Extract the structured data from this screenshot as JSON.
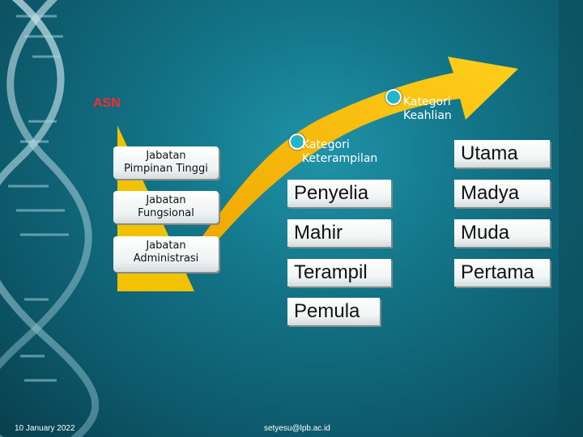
{
  "asn_label": "ASN",
  "pyramid": {
    "items": [
      {
        "line1": "Jabatan",
        "line2": "Pimpinan  Tinggi"
      },
      {
        "line1": "Jabatan",
        "line2": "Fungsional"
      },
      {
        "line1": "Jabatan",
        "line2": "Administrasi"
      }
    ]
  },
  "categories": {
    "keahlian": {
      "line1": "Kategori",
      "line2": "Keahlian"
    },
    "keterampilan": {
      "line1": "Kategori",
      "line2": "Keterampilan"
    }
  },
  "keterampilan_levels": [
    "Penyelia",
    "Mahir",
    "Terampil",
    "Pemula"
  ],
  "keahlian_levels": [
    "Utama",
    "Madya",
    "Muda",
    "Pertama"
  ],
  "footer": {
    "date": "10 January 2022",
    "email": "setyesu@lpb.ac.id"
  },
  "colors": {
    "background": "#137487",
    "pyramid": "#f2c200",
    "arrow": "#f5b800",
    "asn_label": "#ff2a2a",
    "node": "#22b6c8"
  }
}
